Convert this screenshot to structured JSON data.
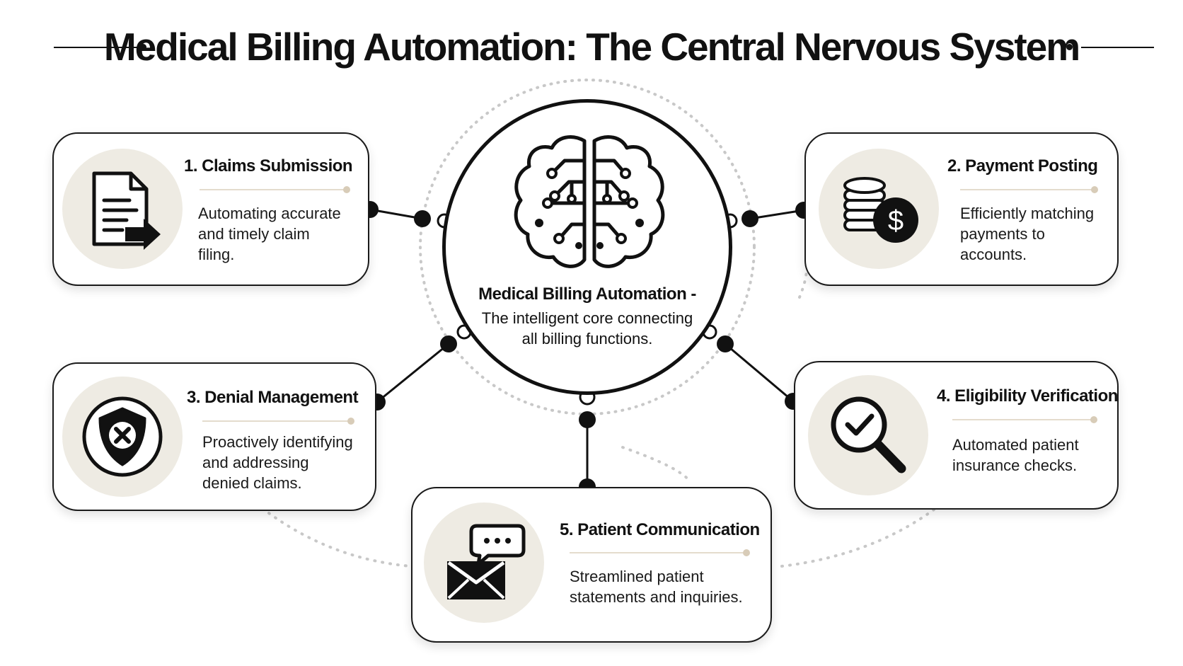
{
  "title": "Medical Billing Automation: The Central Nervous System",
  "hub": {
    "title": "Medical Billing Automation -",
    "description": "The intelligent core connecting all billing functions.",
    "icon": "brain-circuit-icon"
  },
  "cards": [
    {
      "title": "1. Claims Submission",
      "description": "Automating accurate and timely claim filing.",
      "icon": "document-arrow-icon"
    },
    {
      "title": "2. Payment Posting",
      "description": "Efficiently matching payments to accounts.",
      "icon": "coins-dollar-icon"
    },
    {
      "title": "3. Denial Management",
      "description": "Proactively identifying and addressing denied claims.",
      "icon": "shield-x-icon"
    },
    {
      "title": "4. Eligibility Verification",
      "description": "Automated patient insurance checks.",
      "icon": "magnifier-check-icon"
    },
    {
      "title": "5. Patient Communication",
      "description": "Streamlined patient statements and inquiries.",
      "icon": "envelope-chat-icon"
    }
  ],
  "colors": {
    "ink": "#111111",
    "disc": "#eeebe3",
    "divider": "#e4dccd",
    "dotted_ring": "#c8c8c8"
  }
}
